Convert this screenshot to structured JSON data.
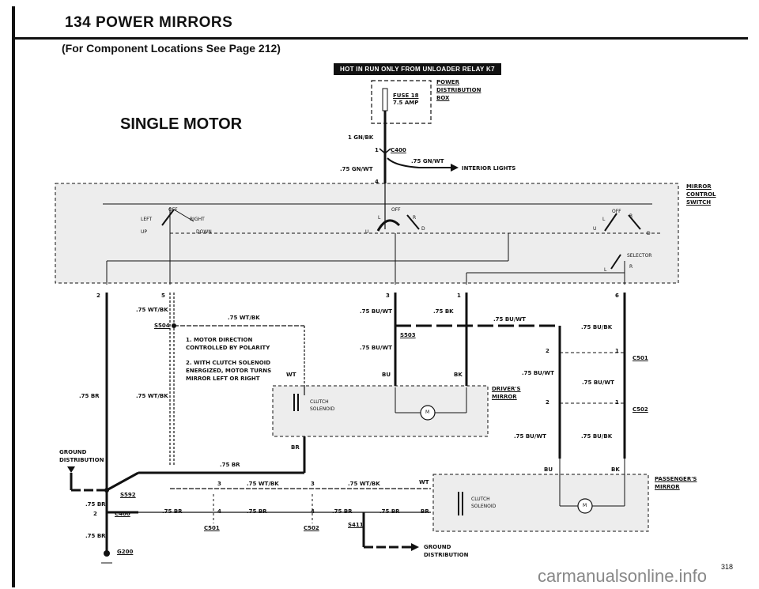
{
  "header": {
    "title": "134  POWER MIRRORS",
    "subtitle": "(For Component Locations See Page 212)",
    "banner": "HOT IN RUN ONLY FROM UNLOADER RELAY K7",
    "section": "SINGLE MOTOR"
  },
  "power": {
    "box_name": "POWER",
    "box_name2": "DISTRIBUTION",
    "box_name3": "BOX",
    "fuse": "FUSE 18",
    "fuse_rating": "7.5 AMP",
    "wire1": "1 GN/BK",
    "conn_pin": "1",
    "conn": "C400",
    "wire2": ".75 GN/WT",
    "wire3": ".75 GN/WT",
    "interior": "INTERIOR LIGHTS",
    "pin4": "4"
  },
  "switch": {
    "name1": "MIRROR",
    "name2": "CONTROL",
    "name3": "SWITCH",
    "off1": "OFF",
    "left": "LEFT",
    "right": "RIGHT",
    "up": "UP",
    "down": "DOWN",
    "off2": "OFF",
    "l2": "L",
    "r2": "R",
    "u2": "U",
    "d2": "D",
    "off3": "OFF",
    "l3": "L",
    "r3": "R",
    "u3": "U",
    "d3": "D",
    "selector": "SELECTOR",
    "sel_l": "L",
    "sel_r": "R"
  },
  "pins": {
    "p2": "2",
    "p5": "5",
    "p3": "3",
    "p1": "1",
    "p6": "6"
  },
  "wires": {
    "w_br_left": ".75 BR",
    "w_wtbk1": ".75 WT/BK",
    "w_wtbk2": ".75 WT/BK",
    "w_wtbk3": ".75 WT/BK",
    "s504": "S504",
    "w_buwt1": ".75 BU/WT",
    "w_buwt2": ".75 BU/WT",
    "s503": "S503",
    "w_bk": ".75 BK",
    "w_buwt3": ".75 BU/WT",
    "w_bubk1": ".75 BU/BK",
    "w_buwt4": ".75 BU/WT",
    "w_buwt5": ".75 BU/WT",
    "w_buwt6": ".75 BU/WT",
    "w_bubk2": ".75 BU/BK",
    "c501": "C501",
    "c502": "C502",
    "c2a": "2",
    "c1a": "1",
    "c2b": "2",
    "c1b": "1",
    "wt": "WT",
    "bu": "BU",
    "bk": "BK",
    "br": "BR",
    "bu2": "BU",
    "bk2": "BK",
    "w_br2": ".75 BR"
  },
  "notes": {
    "n1": "1. MOTOR DIRECTION CONTROLLED BY POLARITY",
    "n2": "2. WITH CLUTCH SOLENOID ENERGIZED, MOTOR TURNS MIRROR LEFT OR RIGHT"
  },
  "driver": {
    "name1": "DRIVER'S",
    "name2": "MIRROR",
    "clutch1": "CLUTCH",
    "clutch2": "SOLENOID",
    "motor": "M"
  },
  "passenger": {
    "name1": "PASSENGER'S",
    "name2": "MIRROR",
    "clutch1": "CLUTCH",
    "clutch2": "SOLENOID",
    "motor": "M",
    "wt": "WT",
    "br": "BR"
  },
  "ground": {
    "gd1": "GROUND",
    "gd2": "DISTRIBUTION",
    "s592": "S592",
    "br_a": ".75 BR",
    "pin2": "2",
    "c400": "C400",
    "br_b": ".75 BR",
    "g200": "G200",
    "br_c": ".75 BR",
    "c501_pin": "4",
    "br_d": ".75 BR",
    "c501": "C501",
    "c502_pin": "4",
    "br_e": ".75 BR",
    "c502": "C502",
    "br_f": ".75 BR",
    "s411": "S411",
    "gd3": "GROUND",
    "gd4": "DISTRIBUTION",
    "p3a": "3",
    "wtbk_a": ".75 WT/BK",
    "p3b": "3",
    "wtbk_b": ".75 WT/BK"
  },
  "footer": {
    "page": "318",
    "watermark": "carmanualsonline.info"
  }
}
